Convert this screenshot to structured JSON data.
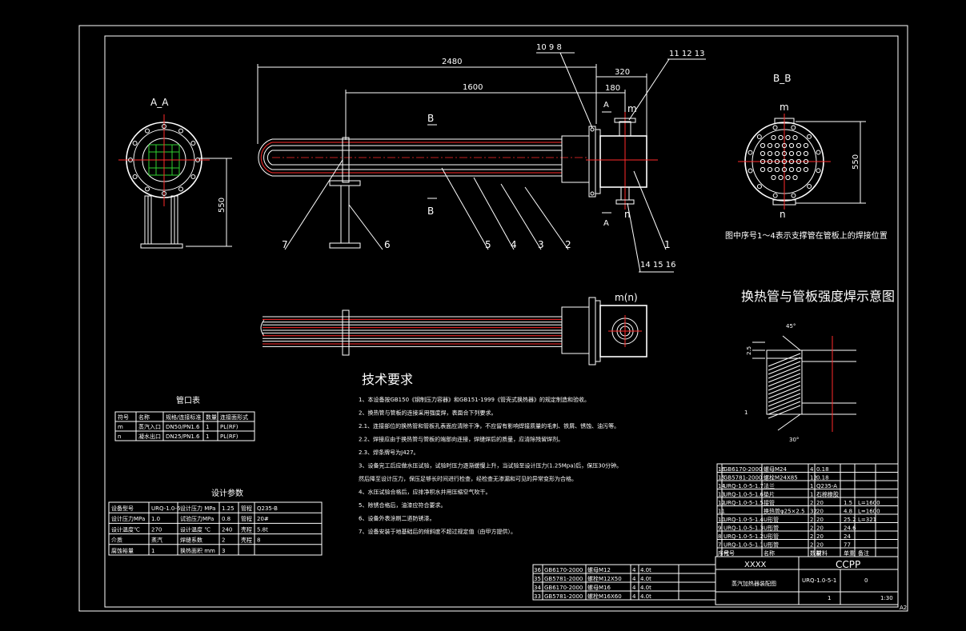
{
  "views": {
    "section_aa": "A_A",
    "section_bb": "B_B",
    "front_m_n": "m(n)",
    "weld_title": "换热管与管板强度焊示意图",
    "bb_note": "图中序号1～4表示支撑管在管板上的焊接位置"
  },
  "dims": {
    "overall": "2480",
    "tube": "1600",
    "nozzle_span": "320",
    "nozzle_off": "180",
    "height_aa": "550",
    "height_bb": "550",
    "weld_25": "2.5",
    "weld_1": "1",
    "weld_45": "45°",
    "weld_30": "30°"
  },
  "labels": {
    "b_top": "B",
    "b_bottom": "B",
    "a_top": "A",
    "a_bottom": "A",
    "m_top": "m",
    "n_bottom": "n",
    "m_bb": "m",
    "n_bb": "n",
    "callout_top_left": "10 9 8",
    "callout_top_right": "11 12 13",
    "callout_bottom_right": "14 15 16",
    "parts": [
      "7",
      "6",
      "5",
      "4",
      "3",
      "2",
      "1"
    ]
  },
  "tech": {
    "title": "技术要求",
    "lines": [
      "1、本设备按GB150《钢制压力容器》和GB151-1999《管壳式换热器》的规定制造和验收。",
      "2、换热管与管板的连接采用强度焊，表面合下列要求。",
      "2.1、连接部位的换热管和管板孔表面应清除干净，不应留有影响焊接质量的毛刺、铁屑、锈蚀、油污等。",
      "2.2、焊接应由于换热管与管板的端部向连接，焊缝焊后的质量，应清除残留焊剂。",
      "2.3、焊条牌号为J427。",
      "3、设备完工后应做水压试验，试验时压力逐渐缓慢上升，当试验至设计压力(1.25Mpa)后，保压30分钟。",
      "然后降至设计压力，保压足够长时间进行检查，经检查无渗漏和可见的异常变形为合格。",
      "4、水压试验合格后，应排净积水并用压缩空气吹干。",
      "5、除锈合格后，油漆应符合要求。",
      "6、设备外表涂刷二道防锈漆。",
      "7、设备安装于地基础后的倾斜度不超过规定值（由甲方提供）。"
    ]
  },
  "nozzle_table": {
    "title": "管口表",
    "header": [
      "符号",
      "名称",
      "规格/连接标准",
      "数量",
      "连接面形式"
    ],
    "rows": [
      [
        "m",
        "蒸汽入口",
        "DN50/PN1.6",
        "1",
        "PL(RF)"
      ],
      [
        "n",
        "凝水出口",
        "DN25/PN1.6",
        "1",
        "PL(RF)"
      ]
    ]
  },
  "design_table": {
    "title": "设计参数",
    "rows": [
      [
        "设备型号",
        "URQ-1.0-6",
        "设计压力 MPa",
        "1.25",
        "管程",
        "Q235-B"
      ],
      [
        "设计压力MPa",
        "1.0",
        "试验压力MPa",
        "0.8",
        "管程",
        "20#"
      ],
      [
        "设计温度℃",
        "270",
        "设计温度 ℃",
        "240",
        "壳程",
        "5.8t"
      ],
      [
        "介质",
        "蒸汽",
        "焊缝系数",
        "2",
        "壳程",
        "8"
      ],
      [
        "腐蚀裕量",
        "1",
        "换热面积 mm",
        "3",
        "",
        ""
      ]
    ]
  },
  "bom_right": {
    "rows": [
      [
        "16",
        "GB6170-2000",
        "螺母M24",
        "4",
        "0.18"
      ],
      [
        "15",
        "GB5781-2000",
        "螺栓M24X85",
        "12",
        "0.18"
      ],
      [
        "14",
        "URQ-1.0-5-1.7",
        "法兰",
        "1",
        "Q235-A"
      ],
      [
        "13",
        "URQ-1.0-5-1.6",
        "垫片",
        "1",
        "石棉橡胶"
      ],
      [
        "12",
        "URQ-1.0-5-1.5",
        "接管",
        "2",
        "20",
        "1.5",
        "L=1600"
      ],
      [
        "11",
        "",
        "换热管φ25×2.5",
        "32",
        "20",
        "4.8",
        "L=1600"
      ],
      [
        "10",
        "URQ-1.0-5-1.4",
        "U形管",
        "2",
        "20",
        "25.2",
        "L=321"
      ],
      [
        "9",
        "URQ-1.0-5-1.3",
        "U形管",
        "2",
        "20",
        "24.6",
        ""
      ],
      [
        "8",
        "URQ-1.0-5-1.2",
        "U形管",
        "2",
        "20",
        "24",
        ""
      ],
      [
        "7",
        "URQ-1.0-5-1.1",
        "U形管",
        "2",
        "20",
        "77",
        ""
      ],
      [
        "序号",
        "代号",
        "名称",
        "数量",
        "材料",
        "单重",
        "备注"
      ]
    ]
  },
  "bom_bottom": {
    "rows": [
      [
        "36",
        "GB6170-2000",
        "螺母M12",
        "4",
        "4.0t"
      ],
      [
        "35",
        "GB5781-2000",
        "螺栓M12X50",
        "4",
        "4.0t"
      ],
      [
        "34",
        "GB6170-2000",
        "螺母M16",
        "4",
        "4.0t"
      ],
      [
        "33",
        "GB5781-2000",
        "螺栓M16X60",
        "4",
        "4.0t"
      ]
    ]
  },
  "title_block": {
    "company": "XXXX",
    "project": "CCPP",
    "drawing_name": "蒸汽加热器装配图",
    "drawing_no": "URQ-1.0-5-1",
    "sheet": "1",
    "scale": "1:30",
    "size": "A2",
    "rev": "0"
  }
}
